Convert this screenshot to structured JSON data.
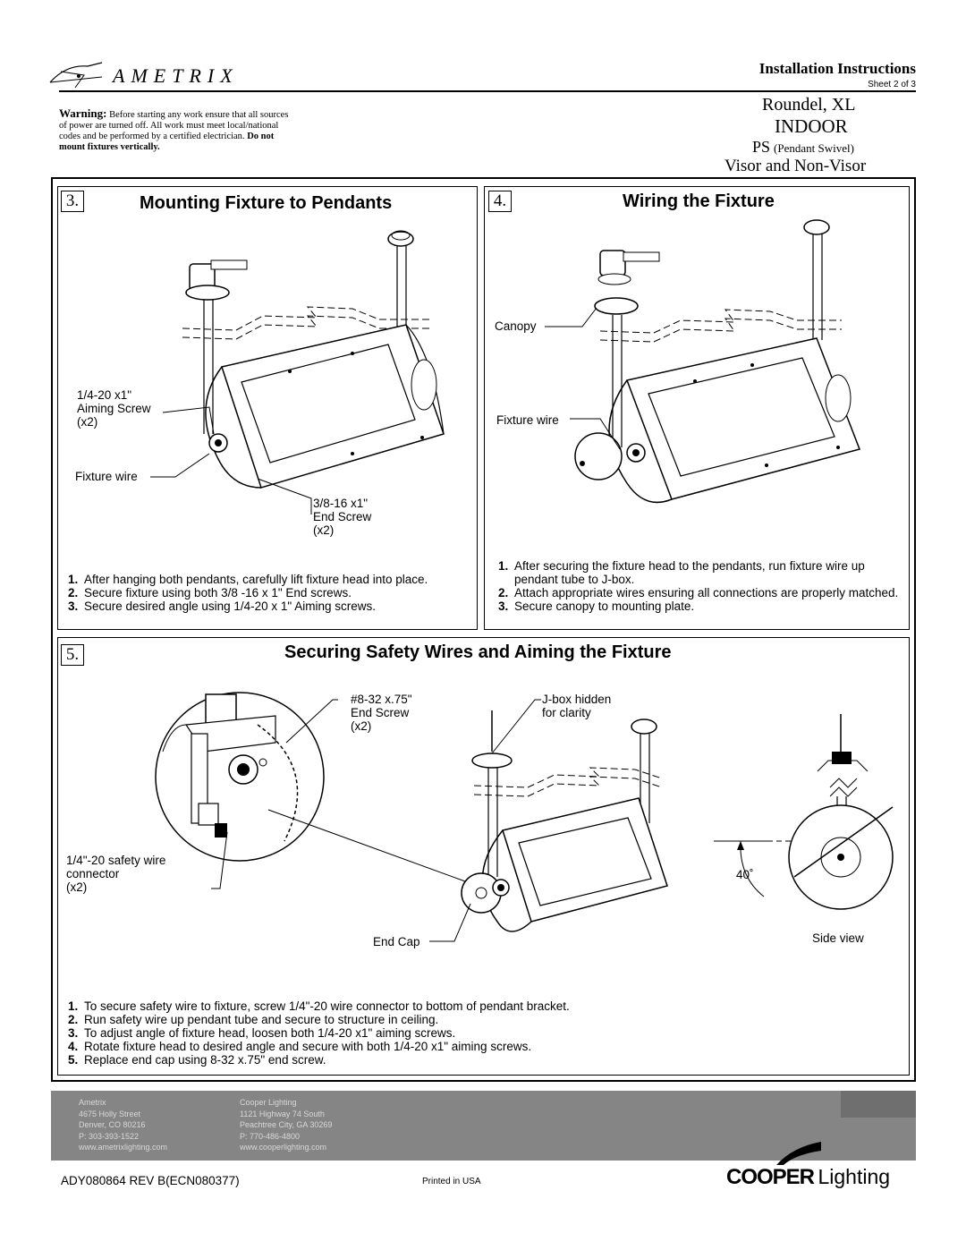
{
  "header": {
    "brand": "AMETRIX",
    "doc_type": "Installation Instructions",
    "sheet": "Sheet 2 of 3",
    "product_name": "Roundel, XL",
    "environment": "INDOOR",
    "mount_code": "PS",
    "mount_desc": "(Pendant Swivel)",
    "variants": "Visor and Non-Visor"
  },
  "warning": {
    "label": "Warning:",
    "text1": "Before starting any work ensure that all sources of power are turned off. All work must meet local/national codes and be performed by a certified electrician.",
    "emphasis": "Do not mount fixtures vertically."
  },
  "sections": {
    "mounting": {
      "number": "3.",
      "title": "Mounting Fixture to Pendants",
      "callouts": {
        "aiming_screw": "1/4-20 x1\"\nAiming Screw\n(x2)",
        "fixture_wire": "Fixture wire",
        "end_screw": "3/8-16 x1\"\nEnd Screw\n(x2)"
      },
      "steps": [
        {
          "num": "1.",
          "text": "After hanging both pendants, carefully lift fixture head into place."
        },
        {
          "num": "2.",
          "text": "Secure fixture using both 3/8 -16 x 1\" End screws."
        },
        {
          "num": "3.",
          "text": "Secure desired angle using 1/4-20 x 1\" Aiming screws."
        }
      ]
    },
    "wiring": {
      "number": "4.",
      "title": "Wiring the Fixture",
      "callouts": {
        "canopy": "Canopy",
        "fixture_wire": "Fixture wire"
      },
      "steps": [
        {
          "num": "1.",
          "text": "After securing the fixture head to the pendants, run fixture wire up pendant tube to J-box."
        },
        {
          "num": "2.",
          "text": "Attach appropriate wires ensuring all connections are properly matched."
        },
        {
          "num": "3.",
          "text": "Secure canopy to mounting plate."
        }
      ]
    },
    "safety": {
      "number": "5.",
      "title": "Securing Safety Wires and Aiming the Fixture",
      "callouts": {
        "end_screw": "#8-32 x.75\"\nEnd Screw\n(x2)",
        "jbox": "J-box hidden\nfor clarity",
        "safety_wire": "1/4\"-20 safety wire\nconnector\n(x2)",
        "end_cap": "End Cap",
        "angle": "40˚",
        "side_view": "Side view"
      },
      "steps": [
        {
          "num": "1.",
          "text": "To secure safety wire to fixture, screw 1/4\"-20 wire connector to bottom of pendant bracket."
        },
        {
          "num": "2.",
          "text": "Run safety wire up pendant tube and secure to structure in ceiling."
        },
        {
          "num": "3.",
          "text": "To adjust angle of fixture head, loosen both 1/4-20 x1\" aiming screws."
        },
        {
          "num": "4.",
          "text": "Rotate fixture head to desired angle and secure with both 1/4-20 x1\" aiming screws."
        },
        {
          "num": "5.",
          "text": "Replace end cap using 8-32 x.75\" end screw."
        }
      ]
    }
  },
  "footer": {
    "ametrix_address": "Ametrix\n4675 Holly Street\nDenver, CO 80216\nP: 303-393-1522\nwww.ametrixlighting.com",
    "cooper_address": "Cooper Lighting\n1121 Highway 74 South\nPeachtree City, GA 30269\nP: 770-486-4800\nwww.cooperlighting.com",
    "doc_number": "ADY080864 REV B(ECN080377)",
    "printed": "Printed in USA",
    "cooper_bold": "COOPER",
    "cooper_light": "Lighting"
  },
  "colors": {
    "footer_band": "#858585",
    "text": "#000000"
  }
}
